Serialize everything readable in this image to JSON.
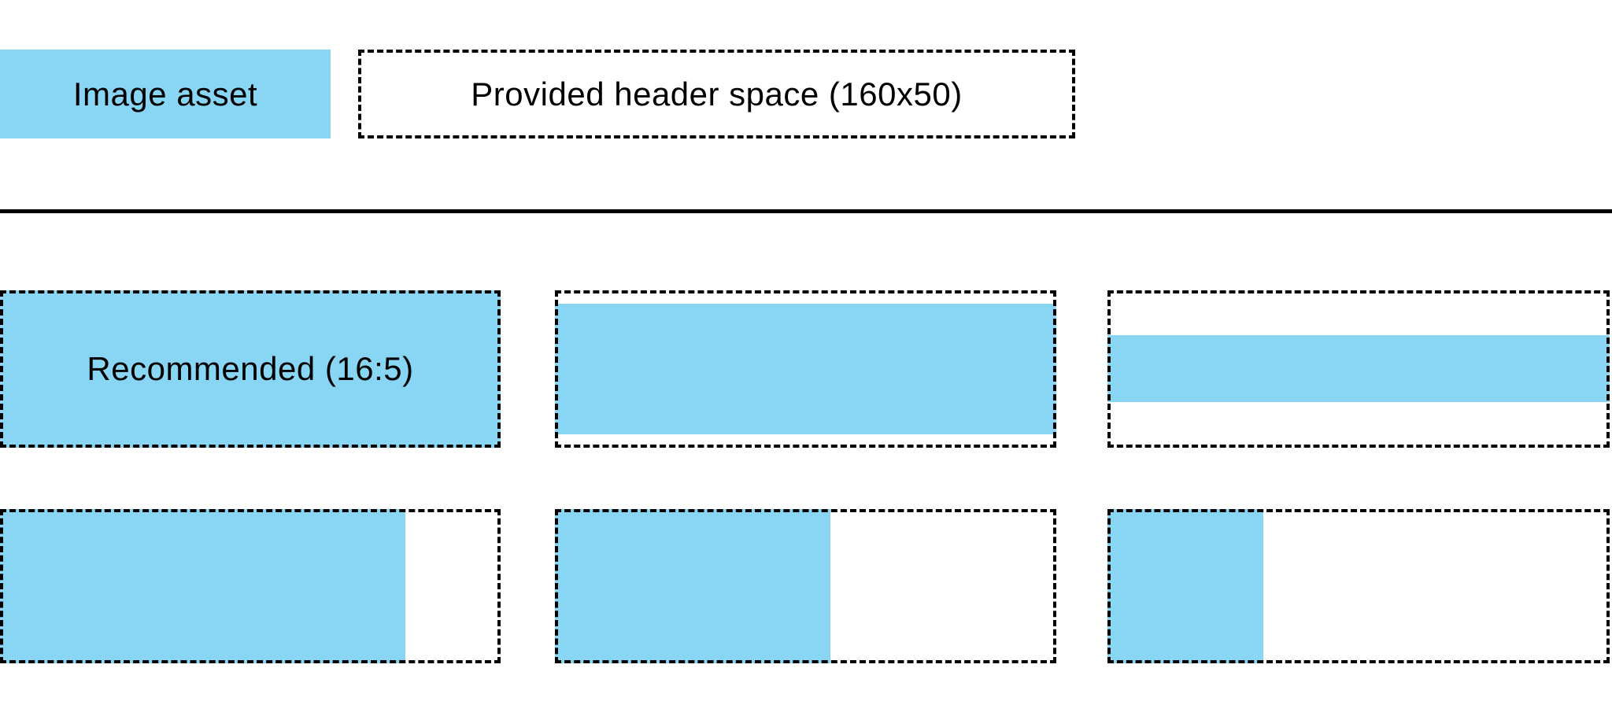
{
  "colors": {
    "asset_blue": "#89D5F4",
    "border_black": "#000000",
    "divider_black": "#000000",
    "text_black": "#000000",
    "background_white": "#ffffff"
  },
  "legend": {
    "asset_label": "Image asset",
    "header_space_label": "Provided header space (160x50)"
  },
  "figure": {
    "recommended_label": "Recommended (16:5)",
    "boxes": [
      {
        "row": 1,
        "col": 1,
        "label": "Recommended (16:5)",
        "fill": {
          "left_pct": 0,
          "top_pct": 0,
          "width_pct": 100,
          "height_pct": 100
        }
      },
      {
        "row": 1,
        "col": 2,
        "fill": {
          "left_pct": 0,
          "top_pct": 8.5,
          "width_pct": 100,
          "height_pct": 83
        }
      },
      {
        "row": 1,
        "col": 3,
        "fill": {
          "left_pct": 0,
          "top_pct": 28.5,
          "width_pct": 100,
          "height_pct": 42.5
        }
      },
      {
        "row": 2,
        "col": 1,
        "fill": {
          "left_pct": 0,
          "top_pct": 0,
          "width_pct": 81,
          "height_pct": 100
        }
      },
      {
        "row": 2,
        "col": 2,
        "fill": {
          "left_pct": 0,
          "top_pct": 0,
          "width_pct": 55,
          "height_pct": 100
        }
      },
      {
        "row": 2,
        "col": 3,
        "fill": {
          "left_pct": 0,
          "top_pct": 0,
          "width_pct": 31,
          "height_pct": 100
        }
      }
    ]
  }
}
